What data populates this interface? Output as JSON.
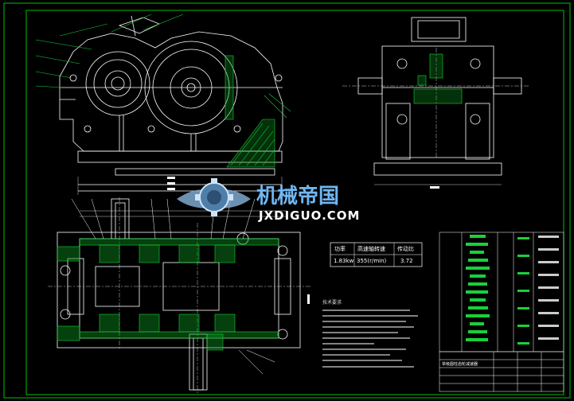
{
  "drawing": {
    "frame_color": "#00c000",
    "line_color": "#ffffff",
    "accent_green": "#19d13a",
    "hatch_color": "#00a000"
  },
  "watermark": {
    "name_cn": "机械帝国",
    "name_en": "JXDIGUO.COM"
  },
  "spec_table": {
    "headers": [
      "功率",
      "高速轴转速",
      "传动比"
    ],
    "values": [
      "1.83kw",
      "355(r/min)",
      "3.72"
    ]
  },
  "notes": {
    "title": "技术要求"
  },
  "title_block": {
    "drawing_title": "单级圆柱齿轮减速器"
  }
}
